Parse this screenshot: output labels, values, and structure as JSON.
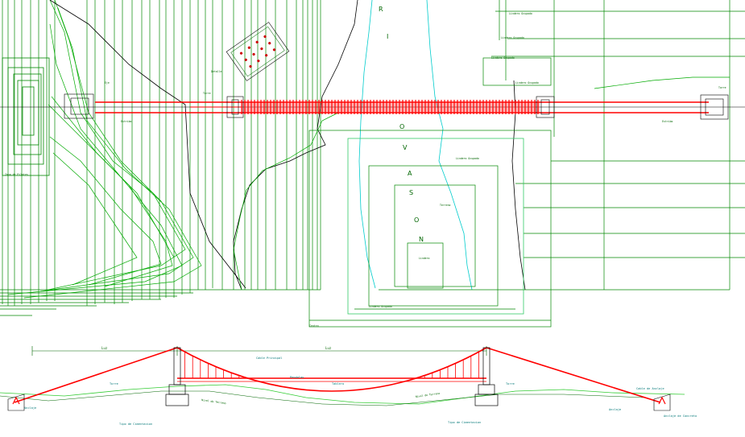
{
  "plan": {
    "river_letters": [
      "R",
      "I",
      "O",
      "V",
      "A",
      "S",
      "O",
      "N"
    ],
    "boundary_label": "Lindero",
    "boundary_labels": [
      "Lindero Ocupado",
      "Lindero Ocupado",
      "Lindero Ocupado",
      "Lindero Ocupado",
      "Lindero Ocupado",
      "Lindero Ocupado"
    ],
    "left_tower_label": "Torre",
    "left_abutment_label": "Estribo",
    "right_tower_label": "Torre",
    "right_abutment_label": "Estribo",
    "axis_label": "Eje",
    "zone_label": "Zona de Pilotes",
    "detail_label": "Detalle",
    "center_label": "Centro",
    "terrain_label": "Terreno"
  },
  "elevation": {
    "span_label": "Luz",
    "left_span_label": "Luz",
    "cable_label": "Cable Principal",
    "deck_label": "Tablero",
    "pendolas_label": "Pendolas",
    "left_anchor_label": "Anclaje",
    "right_anchor_label": "Anclaje",
    "terrain_text_left": "Nivel de Terreno",
    "terrain_text_right": "Nivel de Terreno",
    "left_pier_label": "Torre",
    "right_pier_label": "Torre",
    "foot_left": "Tipo de Cimentacion",
    "foot_right": "Tipo de Cimentacion",
    "right_note": "Cable de Anclaje",
    "far_right_note": "Anclaje de Concreto"
  },
  "colors": {
    "green": "#00aa00",
    "dark_green": "#006600",
    "red": "#ff0000",
    "cyan": "#00cccc",
    "black": "#000000"
  }
}
